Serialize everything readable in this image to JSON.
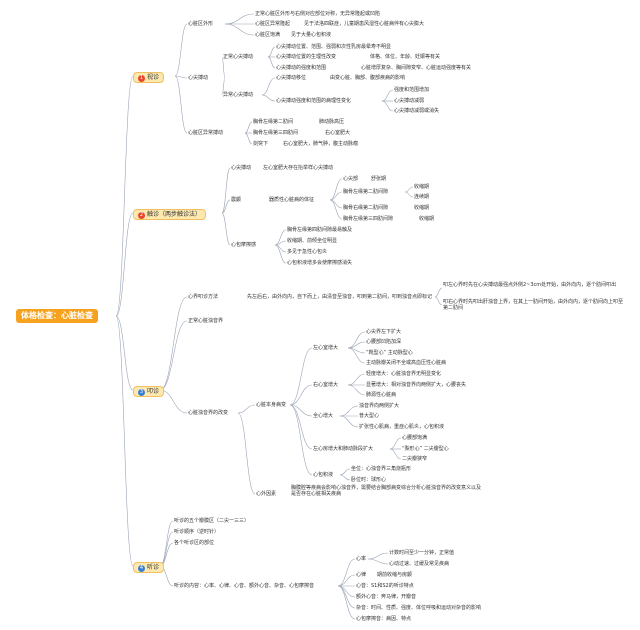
{
  "root": "体格检查：心脏检查",
  "s1": {
    "num": "1",
    "label": "视诊",
    "color": "#e8452c",
    "a1": "心脏区外形",
    "a1_1": "正常心脏区外形与右侧对应部位对称，无异常隆起或凹陷",
    "a1_2": "心脏区异常隆起",
    "a1_2a": "见于法洛四联症，儿童期患风湿性心脏病伴有心尖膨大",
    "a1_3": "心脏区饱满",
    "a1_3a": "见于大量心包积液",
    "a2": "心尖搏动",
    "a2_1": "正常心尖搏动",
    "a2_1a": "心尖搏动位置、范围、强弱和次性乳房最晕寿不明显",
    "a2_1b": "心尖搏动位置的生理性改变",
    "a2_1b1": "体格、体位、年龄、妊娠等有关",
    "a2_1c": "心尖搏动的强度和范围",
    "a2_1c1": "心脏增厚复杂、胸间隙变窄、心脏运动强度等有关",
    "a2_2": "异常心尖搏动",
    "a2_2a": "心尖搏动移位",
    "a2_2a1": "由变心脏、胸部、腹部疾病的影响",
    "a2_2b": "心尖搏动强度和范围的病理性变化",
    "a2_2b1": "强度和范围增加",
    "a2_2b2": "心尖搏动减弱",
    "a2_2b3": "心尖搏动减弱或消失",
    "a3": "心脏区异常搏动",
    "a3_1": "胸骨左缘第二肋间",
    "a3_1a": "肺动脉高压",
    "a3_2": "胸骨左缘第三四肋间",
    "a3_2a": "右心室肥大",
    "a3_3": "剑突下",
    "a3_3a": "右心室肥大，肺气肿，腹主动脉瘤"
  },
  "s2": {
    "num": "2",
    "label": "触诊（两步触诊法）",
    "color": "#e8452c",
    "b1": "震颤",
    "b0": "心尖搏动",
    "b0a": "左心室肥大存在抬举样心尖搏动",
    "b1a": "器质性心脏病的体征",
    "b1a1": "心尖部",
    "b1a1x": "舒张期",
    "b1a2": "胸骨左缘第二肋间隙",
    "b1a2x": "收缩期",
    "b1a3": "连续期",
    "b1a4": "胸骨右缘第二肋间隙",
    "b1a4x": "收缩期",
    "b1a5": "胸骨左缘第三四肋间隙",
    "b1a5x": "收缩期",
    "b2": "心包摩擦感",
    "b2a": "胸骨左缘第四肋间隙最易触及",
    "b2b": "收缩期、前倾坐位明显",
    "b2c": "多见于急性心包炎",
    "b2d": "心包积液增多会使摩擦感消失"
  },
  "s3": {
    "num": "3",
    "label": "叩诊",
    "color": "#3a7fd5",
    "c1": "心界叩诊方法",
    "c1a": "先左后右，由外向内，自下而上，由清音至浊音，叩到第二肋间，叩到浊音点即标记",
    "c1a1": "叩左心界时先在心尖搏动最强点外侧2~3cm处开始，由外向内，逐个肋间叩出",
    "c1a2": "叩右心界时先叩出肝浊音上界，在其上一肋间开始，由外向内，逐个肋间向上叩至第二肋间",
    "c2": "正常心脏浊音界",
    "c3": "心脏浊音界的改变",
    "c3a": "心脏本身病变",
    "c3a1": "左心室增大",
    "c3a1a": "心尖界左下扩大",
    "c3a1b": "心腰部凹陷加深",
    "c3a1c": "“靴型心” 主动脉型心",
    "c3a1d": "主动脉瓣关闭不全或高血压性心脏病",
    "c3a2": "右心室增大",
    "c3a2a": "轻度增大：心脏浊音界无明显变化",
    "c3a2b": "显著增大：相对浊音界向两侧扩大，心腰丧失",
    "c3a2c": "肺源性心脏病",
    "c3a3": "全心增大",
    "c3a3a": "浊音界向两侧扩大",
    "c3a3b": "普大型心",
    "c3a3c": "扩张性心肌病，重症心肌炎，心包积液",
    "c3a4": "左心房增大和肺动脉段扩大",
    "c3a4a": "心腰部饱满",
    "c3a4b": "“梨形心” 二尖瓣型心",
    "c3a4c": "二尖瓣狭窄",
    "c3a5": "心包积液",
    "c3a5a": "坐位：心浊音界三角烧瓶形",
    "c3a5b": "卧位时：球形心",
    "c3b": "心外因素",
    "c3b1": "胸膜腔等疾病会影响心浊音界，需要结合胸部病变综合分析心脏浊音界的改变意义以及是否存在心脏相关疾病"
  },
  "s4": {
    "num": "4",
    "label": "听诊",
    "color": "#3a7fd5",
    "d1": "听诊的五个瓣膜区（二尖一三三）",
    "d2": "听诊顺序（逆时针）",
    "d3": "各个听诊区的部位",
    "d4": "听诊的内容：心率、心律、心音、额外心音、杂音、心包摩擦音",
    "d4a": "心率",
    "d4a1": "计数时间至少一分钟，正常值",
    "d4a2": "心动过速、过缓及常见疾病",
    "d4b": "心律",
    "d4b1": "期前收缩与房颤",
    "d4c": "心音：S1和S2的听诊特点",
    "d4d": "额外心音：奔马律，开瓣音",
    "d4e": "杂音：时间、性质、强度、体位呼吸和运动对杂音的影响",
    "d4f": "心包摩擦音：病因、特点"
  }
}
